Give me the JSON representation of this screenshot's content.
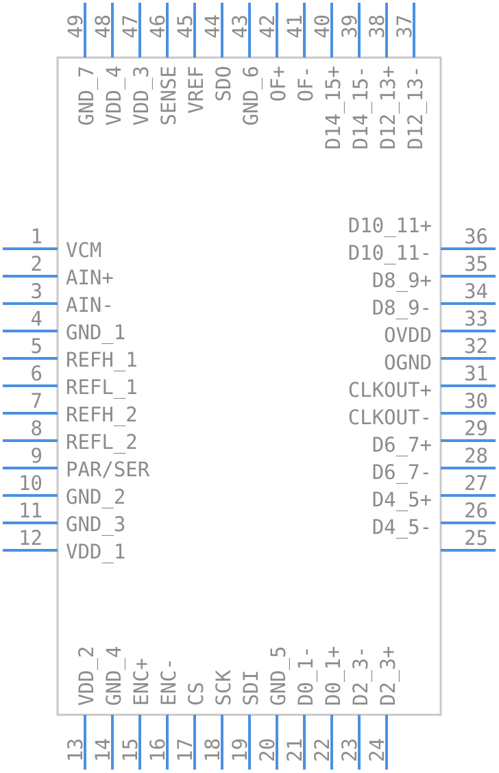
{
  "component": {
    "body_color": "#c8c8c8",
    "pin_color": "#4a90e2",
    "text_color": "#8c8c8c"
  },
  "pins": {
    "left": [
      {
        "num": "1",
        "label": "VCM"
      },
      {
        "num": "2",
        "label": "AIN+"
      },
      {
        "num": "3",
        "label": "AIN-"
      },
      {
        "num": "4",
        "label": "GND_1"
      },
      {
        "num": "5",
        "label": "REFH_1"
      },
      {
        "num": "6",
        "label": "REFL_1"
      },
      {
        "num": "7",
        "label": "REFH_2"
      },
      {
        "num": "8",
        "label": "REFL_2"
      },
      {
        "num": "9",
        "label": "PAR/SER"
      },
      {
        "num": "10",
        "label": "GND_2"
      },
      {
        "num": "11",
        "label": "GND_3"
      },
      {
        "num": "12",
        "label": "VDD_1"
      }
    ],
    "bottom": [
      {
        "num": "13",
        "label": "VDD_2"
      },
      {
        "num": "14",
        "label": "GND_4"
      },
      {
        "num": "15",
        "label": "ENC+"
      },
      {
        "num": "16",
        "label": "ENC-"
      },
      {
        "num": "17",
        "label": "CS"
      },
      {
        "num": "18",
        "label": "SCK"
      },
      {
        "num": "19",
        "label": "SDI"
      },
      {
        "num": "20",
        "label": "GND_5"
      },
      {
        "num": "21",
        "label": "D0_1-"
      },
      {
        "num": "22",
        "label": "D0_1+"
      },
      {
        "num": "23",
        "label": "D2_3-"
      },
      {
        "num": "24",
        "label": "D2_3+"
      }
    ],
    "right": [
      {
        "num": "25",
        "label": "D4_5-"
      },
      {
        "num": "26",
        "label": "D4_5+"
      },
      {
        "num": "27",
        "label": "D6_7-"
      },
      {
        "num": "28",
        "label": "D6_7+"
      },
      {
        "num": "29",
        "label": "CLKOUT-"
      },
      {
        "num": "30",
        "label": "CLKOUT+"
      },
      {
        "num": "31",
        "label": "OGND"
      },
      {
        "num": "32",
        "label": "OVDD"
      },
      {
        "num": "33",
        "label": "D8_9-"
      },
      {
        "num": "34",
        "label": "D8_9+"
      },
      {
        "num": "35",
        "label": "D10_11-"
      },
      {
        "num": "36",
        "label": "D10_11+"
      }
    ],
    "top": [
      {
        "num": "37",
        "label": "D12_13-"
      },
      {
        "num": "38",
        "label": "D12_13+"
      },
      {
        "num": "39",
        "label": "D14_15-"
      },
      {
        "num": "40",
        "label": "D14_15+"
      },
      {
        "num": "41",
        "label": "OF-"
      },
      {
        "num": "42",
        "label": "OF+"
      },
      {
        "num": "43",
        "label": "GND_6"
      },
      {
        "num": "44",
        "label": "SDO"
      },
      {
        "num": "45",
        "label": "VREF"
      },
      {
        "num": "46",
        "label": "SENSE"
      },
      {
        "num": "47",
        "label": "VDD_3"
      },
      {
        "num": "48",
        "label": "VDD_4"
      },
      {
        "num": "49",
        "label": "GND_7"
      }
    ]
  }
}
